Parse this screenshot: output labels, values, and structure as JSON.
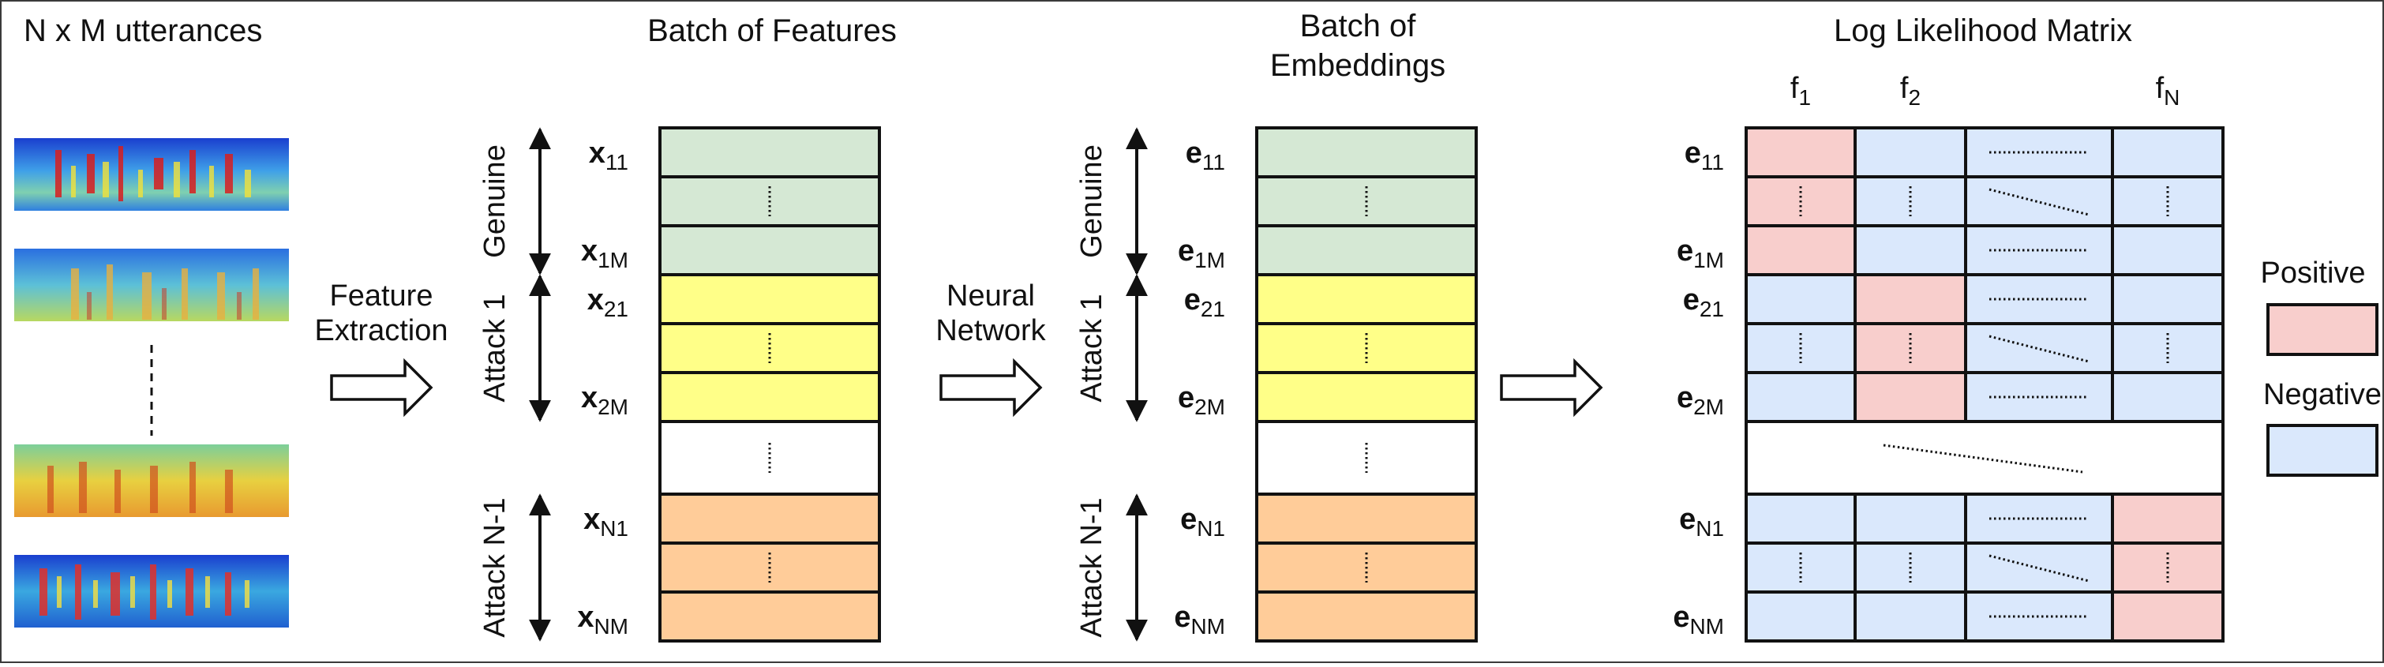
{
  "titles": {
    "utterances": "N x M utterances",
    "features": "Batch of Features",
    "embeddings": [
      "Batch of",
      "Embeddings"
    ],
    "matrix": "Log Likelihood Matrix"
  },
  "steps": {
    "feature_extraction": [
      "Feature",
      "Extraction"
    ],
    "neural_network": [
      "Neural",
      "Network"
    ]
  },
  "groups": [
    {
      "label": "Genuine",
      "color": "#d5e8d4"
    },
    {
      "label": "Attack 1",
      "color": "#ffff88"
    },
    {
      "label": "Attack N-1",
      "color": "#ffcc99"
    }
  ],
  "feature_labels": [
    {
      "base": "x",
      "sub": "11"
    },
    {
      "base": "x",
      "sub": "1M"
    },
    {
      "base": "x",
      "sub": "21"
    },
    {
      "base": "x",
      "sub": "2M"
    },
    {
      "base": "x",
      "sub": "N1"
    },
    {
      "base": "x",
      "sub": "NM"
    }
  ],
  "embedding_labels": [
    {
      "base": "e",
      "sub": "11"
    },
    {
      "base": "e",
      "sub": "1M"
    },
    {
      "base": "e",
      "sub": "21"
    },
    {
      "base": "e",
      "sub": "2M"
    },
    {
      "base": "e",
      "sub": "N1"
    },
    {
      "base": "e",
      "sub": "NM"
    }
  ],
  "matrix_columns": [
    {
      "base": "f",
      "sub": "1"
    },
    {
      "base": "f",
      "sub": "2"
    },
    {
      "base": "f",
      "sub": "N"
    }
  ],
  "matrix_pattern": [
    [
      "P",
      "N",
      "N",
      "N"
    ],
    [
      "P",
      "N",
      "N",
      "N"
    ],
    [
      "P",
      "N",
      "N",
      "N"
    ],
    [
      "N",
      "P",
      "N",
      "N"
    ],
    [
      "N",
      "P",
      "N",
      "N"
    ],
    [
      "N",
      "P",
      "N",
      "N"
    ],
    [
      "N",
      "N",
      "N",
      "P"
    ],
    [
      "N",
      "N",
      "N",
      "P"
    ],
    [
      "N",
      "N",
      "N",
      "P"
    ]
  ],
  "legend": {
    "positive_label": "Positive",
    "positive_color": "#f8cecc",
    "negative_label": "Negative",
    "negative_color": "#dae8fc"
  },
  "colors": {
    "empty_cell": "#ffffff",
    "stroke": "#111111"
  }
}
